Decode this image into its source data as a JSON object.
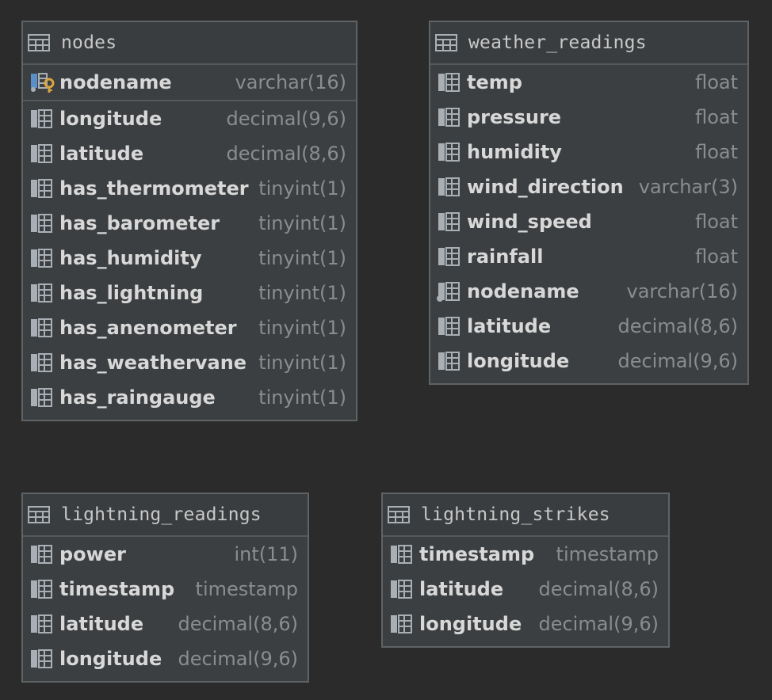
{
  "tables": [
    {
      "name": "nodes",
      "key_columns": [
        {
          "name": "nodename",
          "type": "varchar(16)",
          "icon": "primary-key-column-icon"
        }
      ],
      "columns": [
        {
          "name": "longitude",
          "type": "decimal(9,6)",
          "icon": "column-icon"
        },
        {
          "name": "latitude",
          "type": "decimal(8,6)",
          "icon": "column-icon"
        },
        {
          "name": "has_thermometer",
          "type": "tinyint(1)",
          "icon": "column-icon"
        },
        {
          "name": "has_barometer",
          "type": "tinyint(1)",
          "icon": "column-icon"
        },
        {
          "name": "has_humidity",
          "type": "tinyint(1)",
          "icon": "column-icon"
        },
        {
          "name": "has_lightning",
          "type": "tinyint(1)",
          "icon": "column-icon"
        },
        {
          "name": "has_anenometer",
          "type": "tinyint(1)",
          "icon": "column-icon"
        },
        {
          "name": "has_weathervane",
          "type": "tinyint(1)",
          "icon": "column-icon"
        },
        {
          "name": "has_raingauge",
          "type": "tinyint(1)",
          "icon": "column-icon"
        }
      ]
    },
    {
      "name": "weather_readings",
      "key_columns": [],
      "columns": [
        {
          "name": "temp",
          "type": "float",
          "icon": "column-icon"
        },
        {
          "name": "pressure",
          "type": "float",
          "icon": "column-icon"
        },
        {
          "name": "humidity",
          "type": "float",
          "icon": "column-icon"
        },
        {
          "name": "wind_direction",
          "type": "varchar(3)",
          "icon": "column-icon"
        },
        {
          "name": "wind_speed",
          "type": "float",
          "icon": "column-icon"
        },
        {
          "name": "rainfall",
          "type": "float",
          "icon": "column-icon"
        },
        {
          "name": "nodename",
          "type": "varchar(16)",
          "icon": "indexed-column-icon"
        },
        {
          "name": "latitude",
          "type": "decimal(8,6)",
          "icon": "column-icon"
        },
        {
          "name": "longitude",
          "type": "decimal(9,6)",
          "icon": "column-icon"
        }
      ]
    },
    {
      "name": "lightning_readings",
      "key_columns": [],
      "columns": [
        {
          "name": "power",
          "type": "int(11)",
          "icon": "column-icon"
        },
        {
          "name": "timestamp",
          "type": "timestamp",
          "icon": "column-icon"
        },
        {
          "name": "latitude",
          "type": "decimal(8,6)",
          "icon": "column-icon"
        },
        {
          "name": "longitude",
          "type": "decimal(9,6)",
          "icon": "column-icon"
        }
      ]
    },
    {
      "name": "lightning_strikes",
      "key_columns": [],
      "columns": [
        {
          "name": "timestamp",
          "type": "timestamp",
          "icon": "column-icon"
        },
        {
          "name": "latitude",
          "type": "decimal(8,6)",
          "icon": "column-icon"
        },
        {
          "name": "longitude",
          "type": "decimal(9,6)",
          "icon": "column-icon"
        }
      ]
    }
  ],
  "colors": {
    "background": "#2b2b2b",
    "table_fill": "#3c3f41",
    "border": "#5f6366",
    "column_name": "#d8d8d8",
    "column_type": "#8a8d90",
    "key_accent": "#d9a441",
    "icon": "#a9b0b5"
  }
}
